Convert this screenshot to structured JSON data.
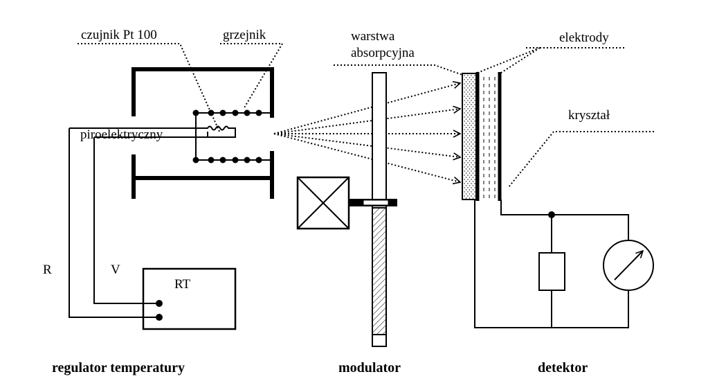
{
  "labels": {
    "pt100": "czujnik Pt 100",
    "grzejnik": "grzejnik",
    "piroelektryczny": "piroelektryczny",
    "warstwa_line1": "warstwa",
    "warstwa_line2": "absorpcyjna",
    "elektrody": "elektrody",
    "krysztal": "kryształ",
    "R": "R",
    "V": "V",
    "RT": "RT"
  },
  "captions": {
    "regulator": "regulator temperatury",
    "modulator": "modulator",
    "detektor": "detektor"
  }
}
